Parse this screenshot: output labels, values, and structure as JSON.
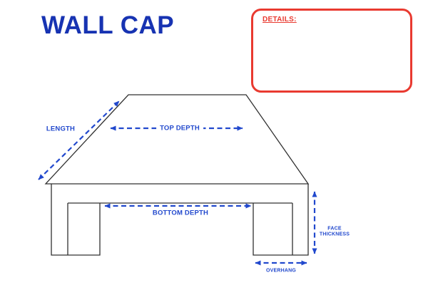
{
  "page": {
    "title": "WALL CAP"
  },
  "details_box": {
    "label": "DETAILS:"
  },
  "diagram": {
    "labels": {
      "length": "LENGTH",
      "top_depth": "TOP DEPTH",
      "bottom_depth": "BOTTOM DEPTH",
      "face_thickness": "FACE THICKNESS",
      "overhang": "OVERHANG"
    }
  },
  "colors": {
    "title": "#1733b2",
    "accent": "#2148cd",
    "red": "#e93a30",
    "line": "#303030",
    "bg": "#ffffff"
  }
}
